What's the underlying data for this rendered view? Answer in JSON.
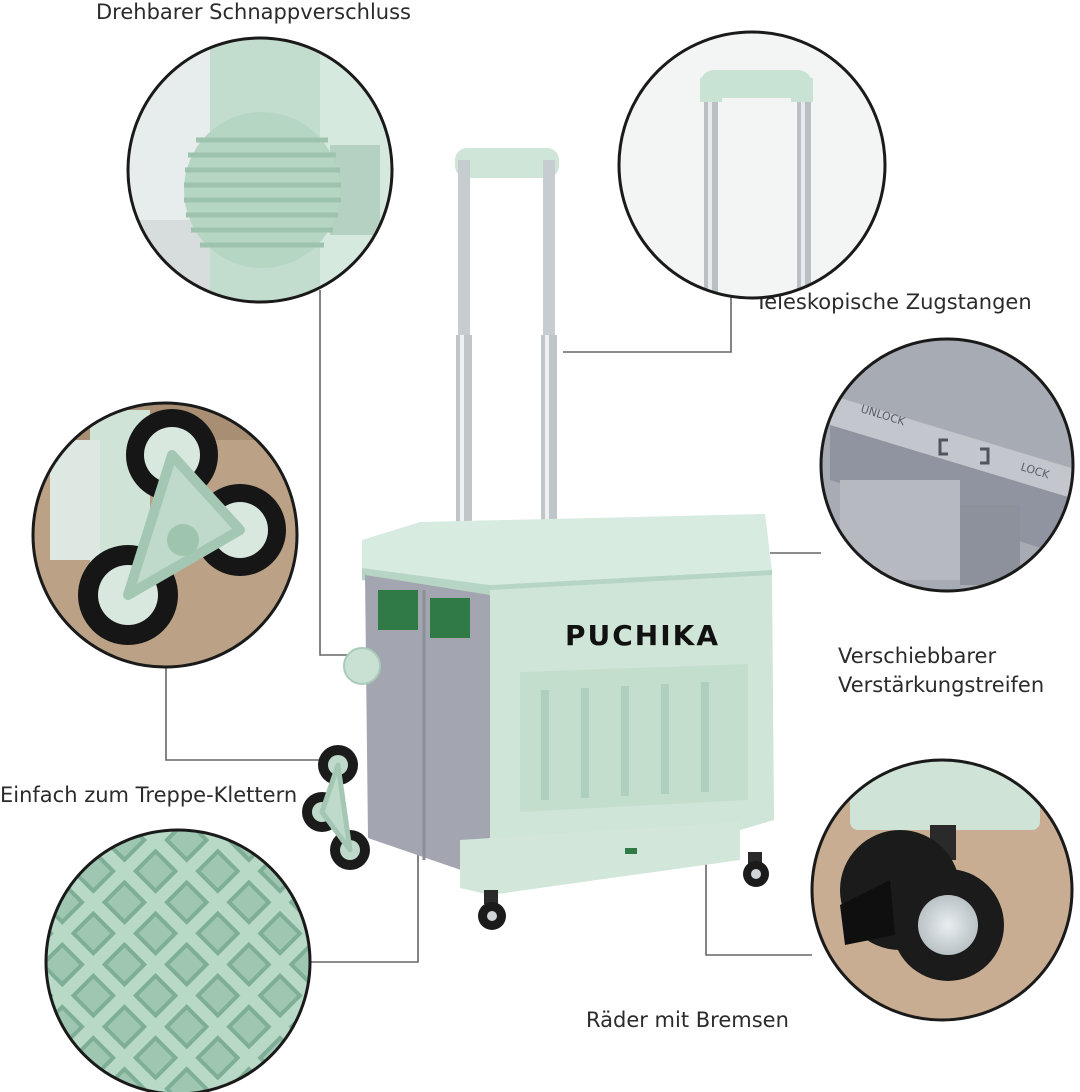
{
  "brand": "PUCHIKA",
  "features": [
    {
      "id": "snap-lock",
      "label": "Drehbarer Schnappverschluss"
    },
    {
      "id": "handle",
      "label": "Teleskopische Zugstangen"
    },
    {
      "id": "strip-line1",
      "label": "Verschiebbarer"
    },
    {
      "id": "strip-line2",
      "label": "Verstärkungstreifen"
    },
    {
      "id": "stairs",
      "label": "Einfach zum Treppe-Klettern"
    },
    {
      "id": "wheels",
      "label": "Räder mit Bremsen"
    }
  ],
  "strip_markings": {
    "unlock": "UNLOCK",
    "lock": "LOCK"
  },
  "colors": {
    "mint": "#cfe5d8",
    "mint_dark": "#a9cbb9",
    "grey": "#9da0aa",
    "wheel": "#1c1c1c"
  }
}
